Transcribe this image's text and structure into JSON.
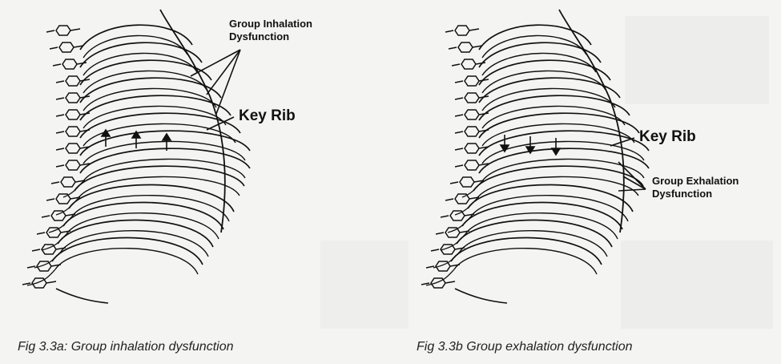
{
  "panel_a": {
    "label_top_line1": "Group Inhalation",
    "label_top_line2": "Dysfunction",
    "label_key": "Key Rib",
    "caption": "Fig 3.3a: Group inhalation dysfunction",
    "arrow_direction": "up"
  },
  "panel_b": {
    "label_key": "Key Rib",
    "label_group_line1": "Group Exhalation",
    "label_group_line2": "Dysfunction",
    "caption": "Fig 3.3b Group exhalation dysfunction",
    "arrow_direction": "down"
  },
  "colors": {
    "ink": "#111111",
    "paper": "#f4f4f2",
    "bleed": "#e6e6e3"
  }
}
